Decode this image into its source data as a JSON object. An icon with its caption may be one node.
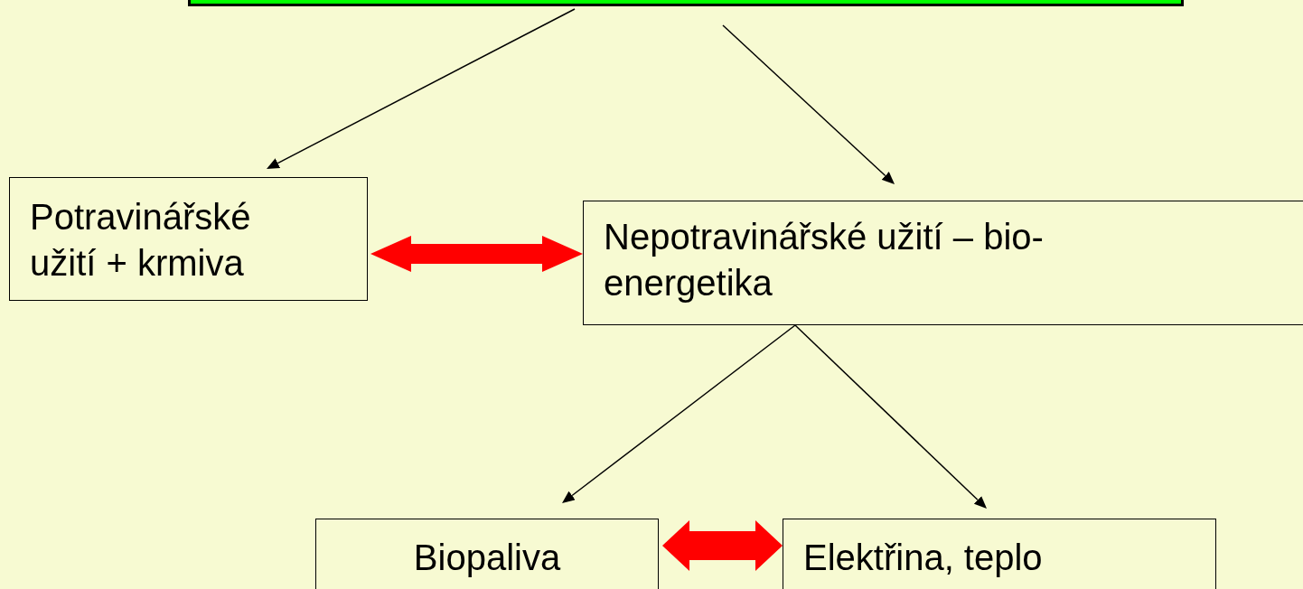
{
  "diagram": {
    "nodes": [
      {
        "text": [],
        "shape": "box"
      },
      {
        "text": [
          "Potravinářské užití + krmiva"
        ]
      },
      {
        "text": [
          "Nepotravinářské užití – bio-energetika"
        ]
      },
      {
        "text": [
          "Biopaliva"
        ]
      },
      {
        "text": [
          "Elektřina, teplo"
        ]
      }
    ],
    "edges": [
      {
        "from": 0,
        "to": 1,
        "arrow": "to"
      },
      {
        "from": 0,
        "to": 2,
        "arrow": "to"
      },
      {
        "from": 1,
        "to": 2,
        "arrow": "both",
        "style": "thick",
        "color": "#ff0000"
      },
      {
        "from": 2,
        "to": 3,
        "arrow": "to"
      },
      {
        "from": 2,
        "to": 4,
        "arrow": "to"
      },
      {
        "from": 3,
        "to": 4,
        "arrow": "both",
        "style": "thick",
        "color": "#ff0000"
      }
    ]
  }
}
